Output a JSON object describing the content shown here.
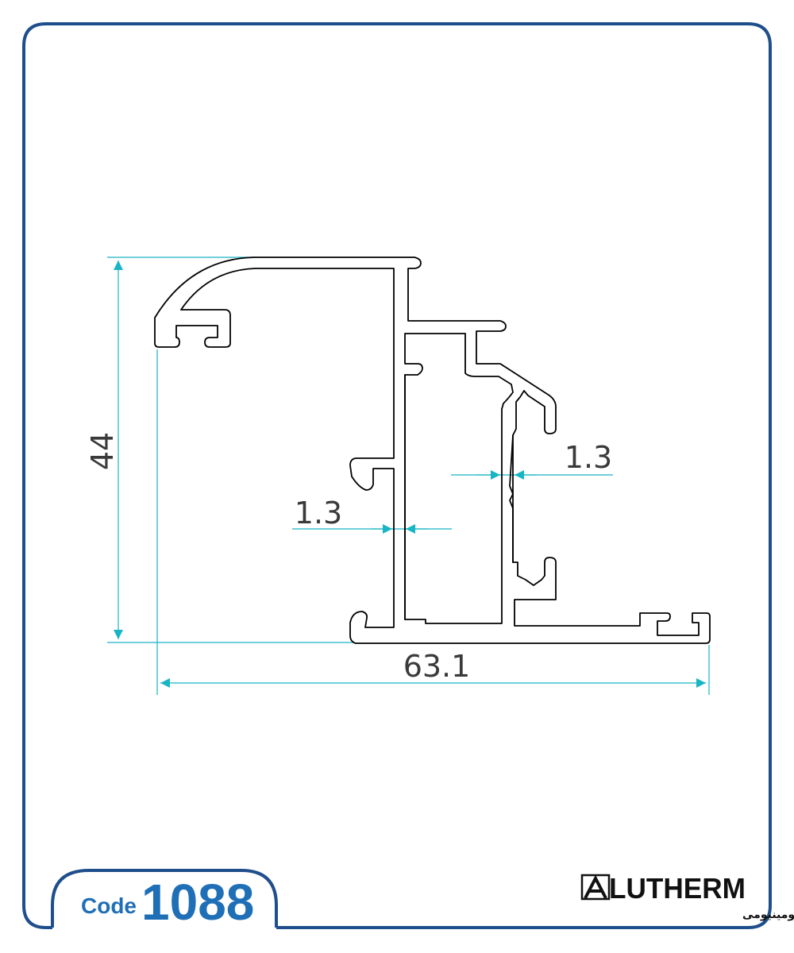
{
  "drawing": {
    "dimensions": {
      "height": "44",
      "width": "63.1",
      "wall_left": "1.3",
      "wall_right": "1.3"
    }
  },
  "code": {
    "label": "Code",
    "number": "1088"
  },
  "brand": {
    "name_rest": "LUTHERM",
    "tagline": "تولیدکننده انواع پروفیل های آلومینیومی"
  },
  "colors": {
    "frame": "#1f4e8c",
    "dimension": "#19b5c4",
    "profile": "#000000",
    "code": "#1f6fb7"
  }
}
